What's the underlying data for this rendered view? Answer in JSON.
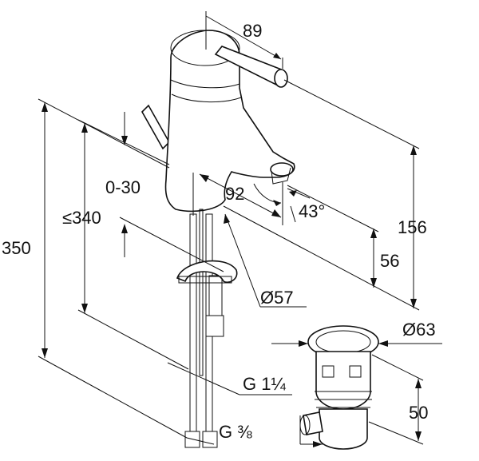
{
  "dimensions": {
    "d89": "89",
    "d156": "156",
    "d56": "56",
    "d350": "350",
    "d340": "≤340",
    "d0_30": "0-30",
    "d92": "92",
    "d43": "43°",
    "d57": "Ø57",
    "d63": "Ø63",
    "d50": "50",
    "g114": "G 1¼",
    "g38": "G ⅜"
  },
  "colors": {
    "line": "#111111",
    "background": "#ffffff"
  }
}
